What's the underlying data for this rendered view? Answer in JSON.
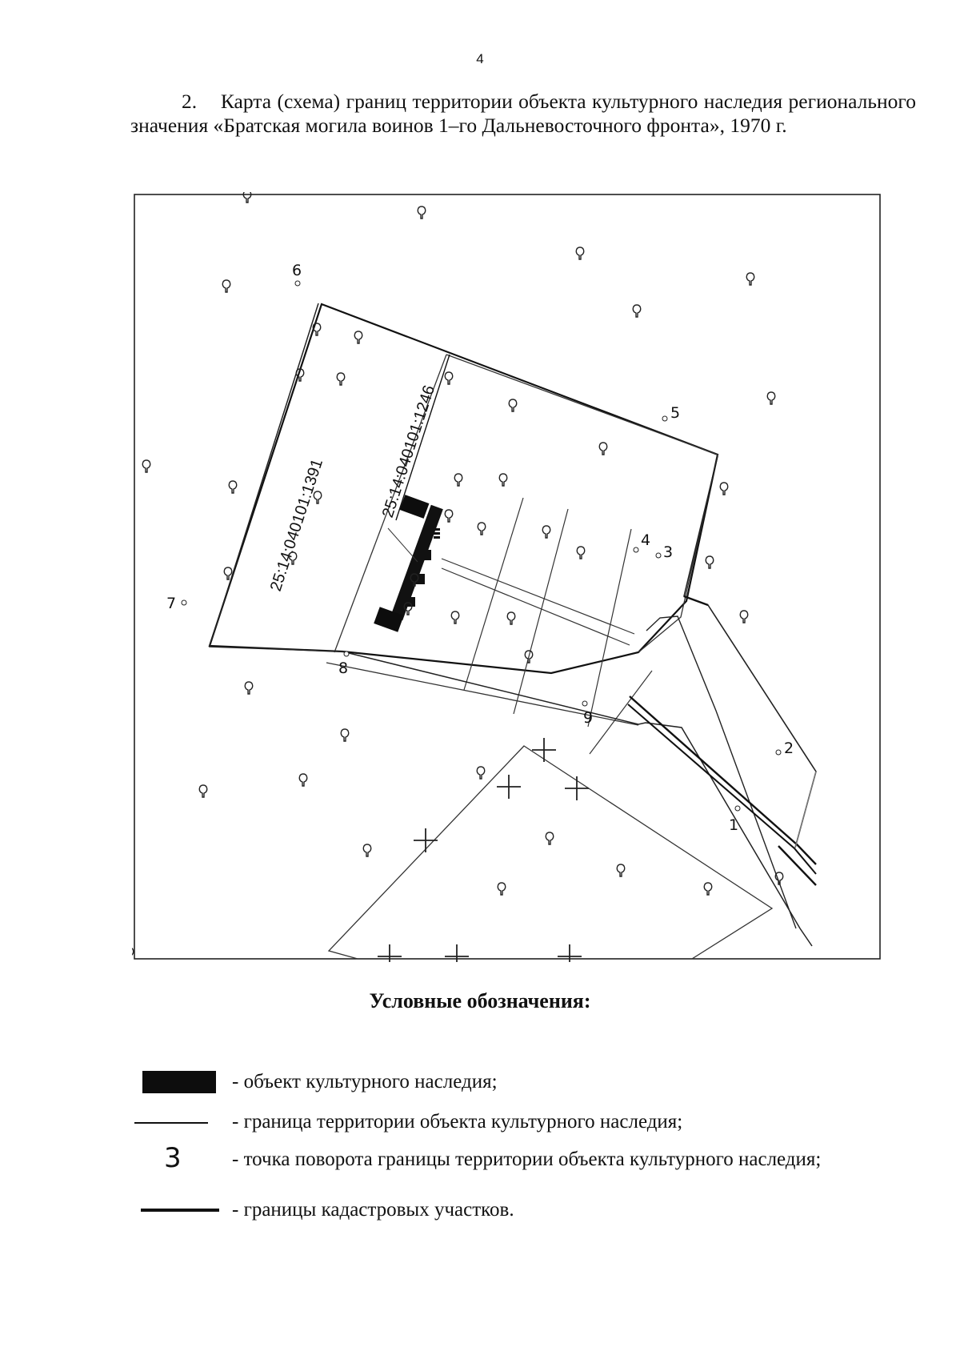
{
  "page_number": "4",
  "heading": "2.    Карта (схема) границ территории объекта культурного наследия регионального значения «Братская могила воинов 1–го Дальневосточного фронта», 1970 г.",
  "map": {
    "parcel_labels": [
      "25:14:040101:1391",
      "25:14:040101:1246"
    ],
    "boundary_points": [
      {
        "label": "1"
      },
      {
        "label": "2"
      },
      {
        "label": "3"
      },
      {
        "label": "4"
      },
      {
        "label": "5"
      },
      {
        "label": "6"
      },
      {
        "label": "7"
      },
      {
        "label": "8"
      },
      {
        "label": "9"
      }
    ],
    "icons": [
      "tree-icon",
      "cross-icon"
    ]
  },
  "legend": {
    "title": "Условные обозначения:",
    "items": [
      {
        "symbol": "black-block",
        "text": "- объект культурного наследия;"
      },
      {
        "symbol": "thin-line",
        "text": "- граница территории объекта культурного наследия;"
      },
      {
        "symbol": "number",
        "symbol_text": "3",
        "text": "- точка поворота границы территории объекта культурного наследия;"
      },
      {
        "symbol": "thick-line",
        "text": "- границы кадастровых участков."
      }
    ]
  }
}
